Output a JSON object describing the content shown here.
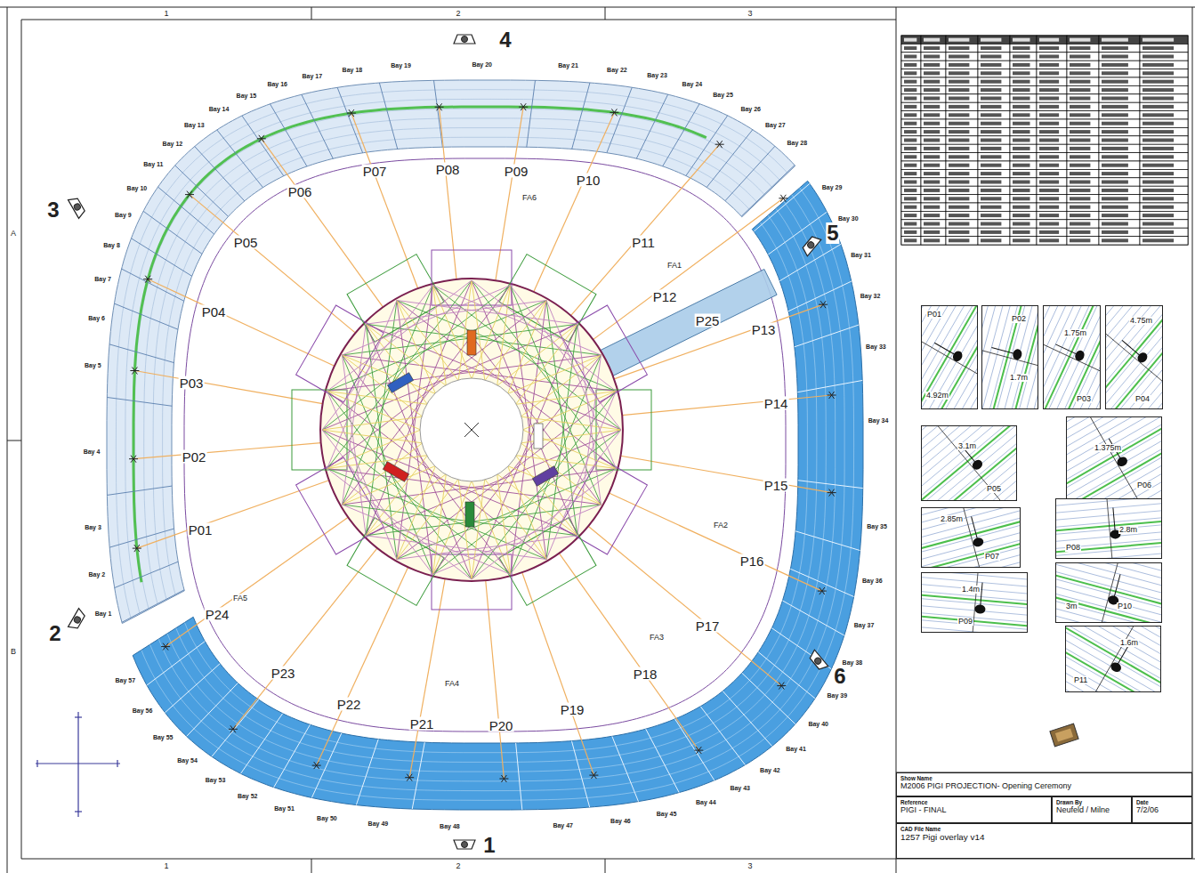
{
  "diagram": {
    "nodes": [
      {
        "text": [
          "P01",
          "4.92m"
        ]
      },
      {
        "text": [
          "P02",
          "1.7m"
        ]
      },
      {
        "text": [
          "P03",
          "1.75m"
        ]
      },
      {
        "text": [
          "P04",
          "4.75m"
        ]
      },
      {
        "text": [
          "P05",
          "3.1m"
        ]
      },
      {
        "text": [
          "P06",
          "1.375m"
        ]
      },
      {
        "text": [
          "P07",
          "2.85m"
        ]
      },
      {
        "text": [
          "P08",
          "2.8m"
        ]
      },
      {
        "text": [
          "P09",
          "1.4m"
        ]
      },
      {
        "text": [
          "P10",
          "3m"
        ]
      },
      {
        "text": [
          "P11",
          "1.6m"
        ]
      },
      {
        "text": [
          "Show Name",
          "M2006 PIGI PROJECTION- Opening Ceremony"
        ]
      },
      {
        "text": [
          "Reference",
          "PIGI - FINAL"
        ]
      },
      {
        "text": [
          "Drawn By",
          "Neufeld / Milne"
        ]
      },
      {
        "text": [
          "Date",
          "7/2/06"
        ]
      },
      {
        "text": [
          "CAD File Name",
          "1257 Pigi overlay v14"
        ]
      }
    ],
    "labels": [
      "1",
      "2",
      "3",
      "1",
      "2",
      "3",
      "A",
      "B",
      "4",
      "3",
      "5",
      "2",
      "6",
      "1",
      "Bay 1",
      "Bay 2",
      "Bay 3",
      "Bay 4",
      "Bay 5",
      "Bay 6",
      "Bay 7",
      "Bay 8",
      "Bay 9",
      "Bay 10",
      "Bay 11",
      "Bay 12",
      "Bay 13",
      "Bay 14",
      "Bay 15",
      "Bay 16",
      "Bay 17",
      "Bay 18",
      "Bay 19",
      "Bay 20",
      "Bay 21",
      "Bay 22",
      "Bay 23",
      "Bay 24",
      "Bay 25",
      "Bay 26",
      "Bay 27",
      "Bay 28",
      "Bay 29",
      "Bay 30",
      "Bay 31",
      "Bay 32",
      "Bay 33",
      "Bay 34",
      "Bay 35",
      "Bay 36",
      "Bay 37",
      "Bay 38",
      "Bay 39",
      "Bay 40",
      "Bay 41",
      "Bay 42",
      "Bay 43",
      "Bay 44",
      "Bay 45",
      "Bay 46",
      "Bay 47",
      "Bay 48",
      "Bay 49",
      "Bay 50",
      "Bay 51",
      "Bay 52",
      "Bay 53",
      "Bay 54",
      "Bay 55",
      "Bay 56",
      "Bay 57",
      "P01",
      "P02",
      "P03",
      "P04",
      "P05",
      "P06",
      "P07",
      "P08",
      "P09",
      "P10",
      "P11",
      "P12",
      "P13",
      "P14",
      "P15",
      "P16",
      "P17",
      "P18",
      "P19",
      "P20",
      "P21",
      "P22",
      "P23",
      "P24",
      "P25",
      "FA6",
      "FA1",
      "FA2",
      "FA3",
      "FA4",
      "FA5"
    ]
  }
}
